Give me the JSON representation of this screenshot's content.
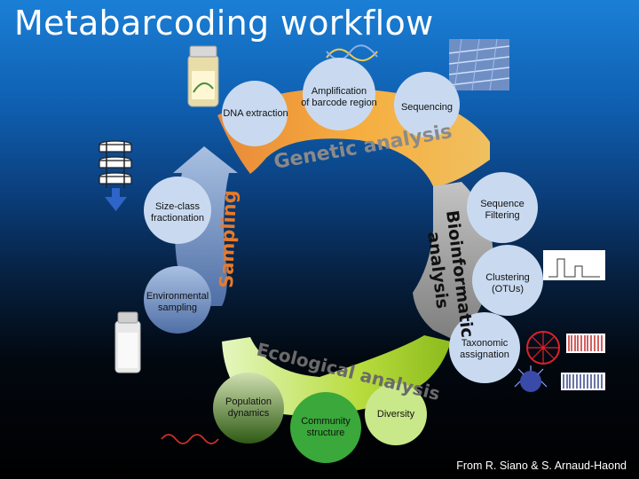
{
  "slide": {
    "title": "Metabarcoding workflow",
    "credit": "From R. Siano & S. Arnaud-Haond"
  },
  "stages": {
    "genetic": "Genetic analysis",
    "sampling": "Sampling",
    "bioinformatic_line1": "Bioinformatic",
    "bioinformatic_line2": "analysis",
    "ecological": "Ecological analysis"
  },
  "steps": {
    "dna_extraction": "DNA extraction",
    "amplification_1": "Amplification",
    "amplification_2": "of barcode region",
    "sequencing": "Sequencing",
    "sizeclass_1": "Size-class",
    "sizeclass_2": "fractionation",
    "environmental_1": "Environmental",
    "environmental_2": "sampling",
    "seqfilter_1": "Sequence",
    "seqfilter_2": "Filtering",
    "clustering_1": "Clustering",
    "clustering_2": "(OTUs)",
    "taxonomic_1": "Taxonomic",
    "taxonomic_2": "assignation",
    "population_1": "Population",
    "population_2": "dynamics",
    "community_1": "Community",
    "community_2": "structure",
    "diversity": "Diversity"
  },
  "colors": {
    "circle_light": "#c9daf0",
    "circle_dark": "#36588e",
    "genetic_band": "#f3a23c",
    "bio_band": "#a8a8a8",
    "eco_band": "#b6d83a",
    "sampling_band": "#7f9fcb"
  },
  "icons": [
    "tube-icon",
    "dna-helix-icon",
    "sequencer-image-icon",
    "sieve-stack-icon",
    "arrow-down-icon",
    "sample-bottle-icon",
    "histogram-icon",
    "phylo-tree-icon",
    "barcode-icon",
    "wave-icon",
    "plankton-icon"
  ]
}
